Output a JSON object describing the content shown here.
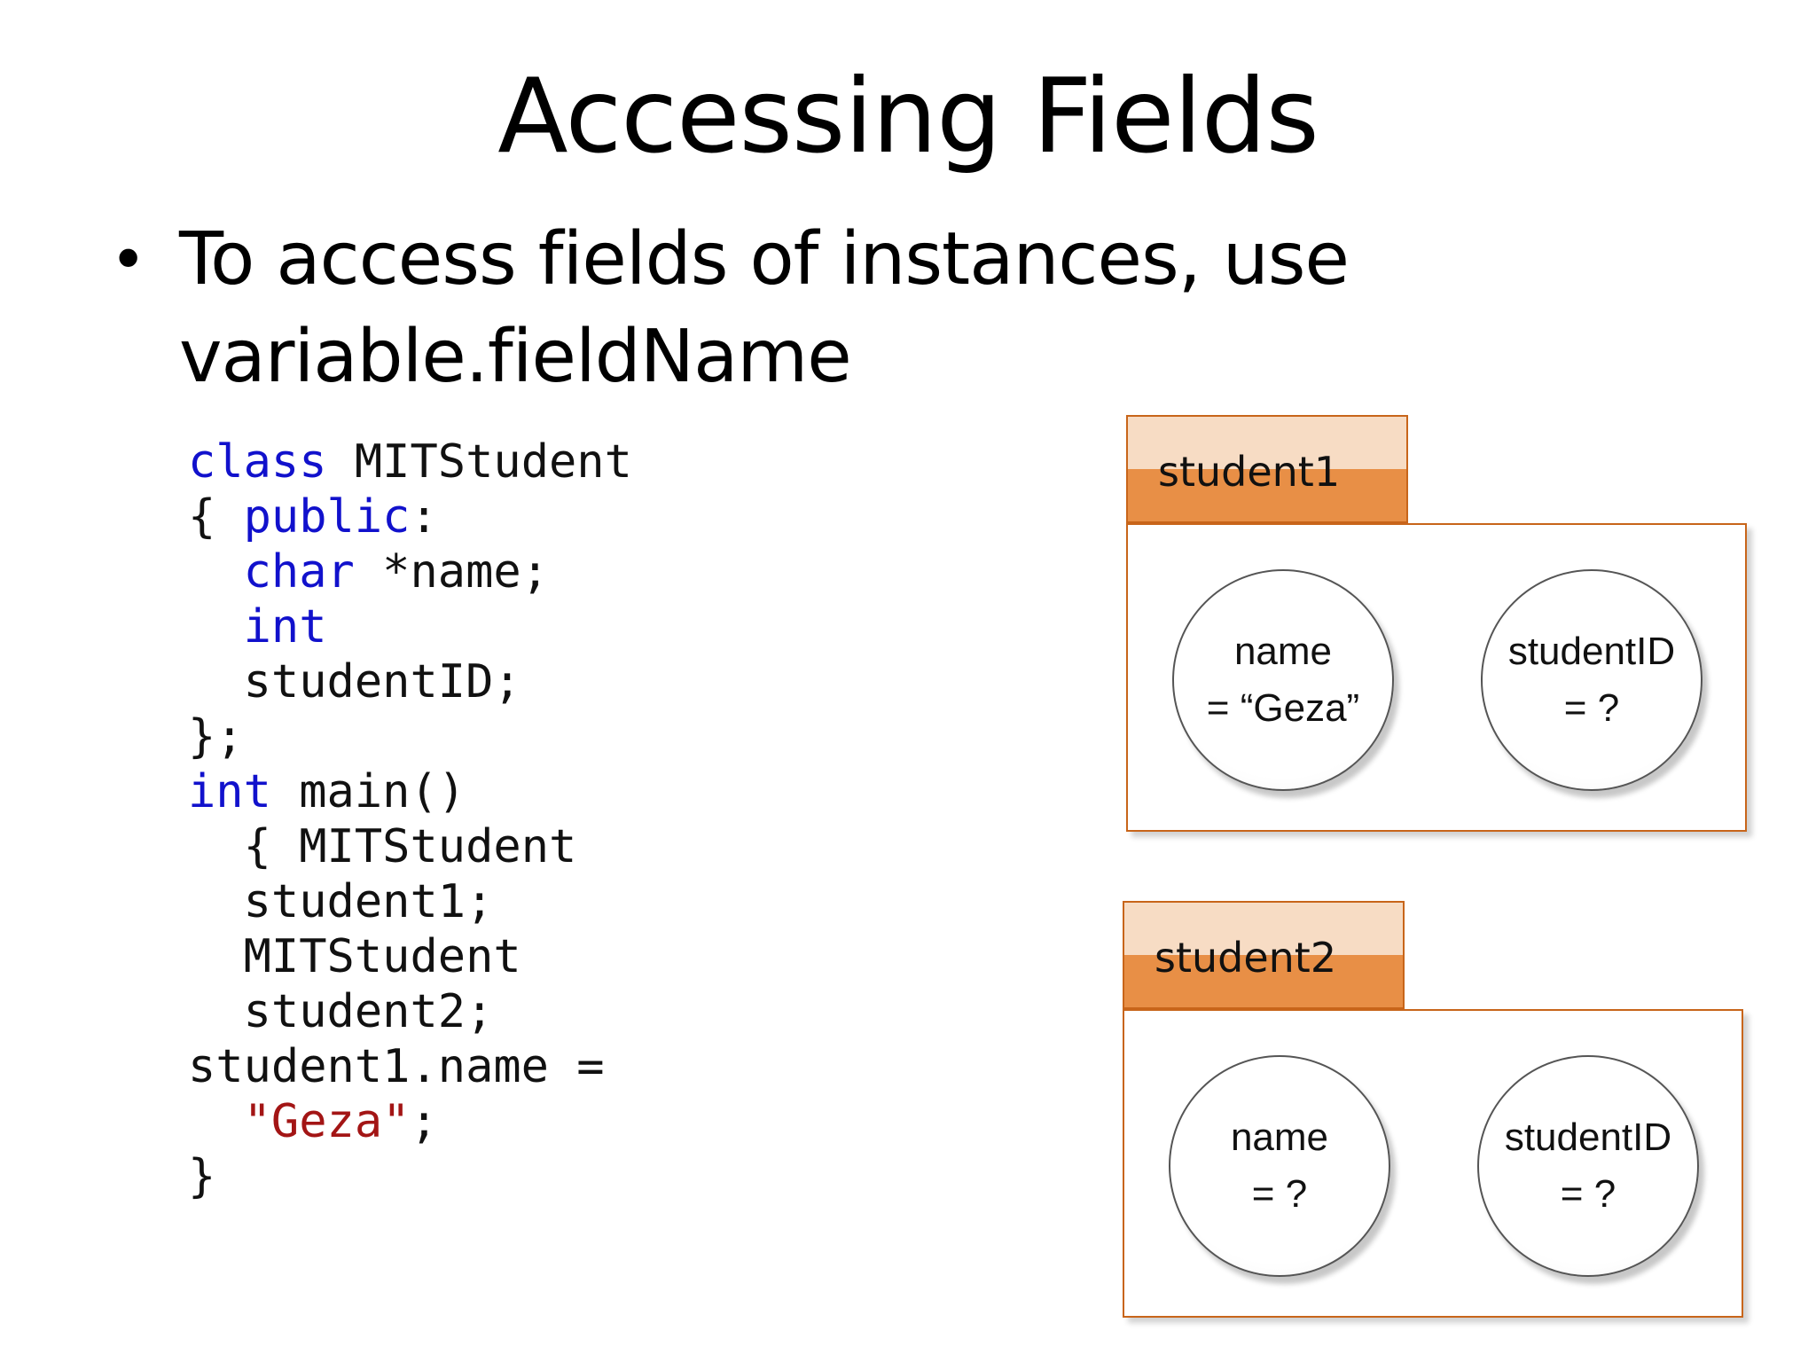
{
  "title": "Accessing Fields",
  "bullet": {
    "line1": "To access fields of instances, use",
    "line2": "variable.fieldName"
  },
  "code": {
    "l1_kw": "class",
    "l1_rest": " MITStudent",
    "l2_a": "{ ",
    "l2_kw": "public",
    "l2_b": ":",
    "l3_kw": "char",
    "l3_rest": " *name;",
    "l4_kw": "int",
    "l5": "studentID;",
    "l6": "};",
    "l7_kw": "int",
    "l7_rest": " main()",
    "l8": "{ MITStudent",
    "l9": "student1;",
    "l10": "MITStudent",
    "l11": "student2;",
    "l12": "student1.name =",
    "l13_str": "\"Geza\"",
    "l13_rest": ";",
    "l14": "}"
  },
  "objects": [
    {
      "label": "student1",
      "fields": [
        {
          "name": "name",
          "value": "= “Geza”"
        },
        {
          "name": "studentID",
          "value": "= ?"
        }
      ]
    },
    {
      "label": "student2",
      "fields": [
        {
          "name": "name",
          "value": "= ?"
        },
        {
          "name": "studentID",
          "value": "= ?"
        }
      ]
    }
  ],
  "colors": {
    "keyword": "#1111cc",
    "string": "#a31515",
    "tab_light": "#f7dcc4",
    "tab_dark": "#e88f46",
    "border": "#c8651a"
  }
}
